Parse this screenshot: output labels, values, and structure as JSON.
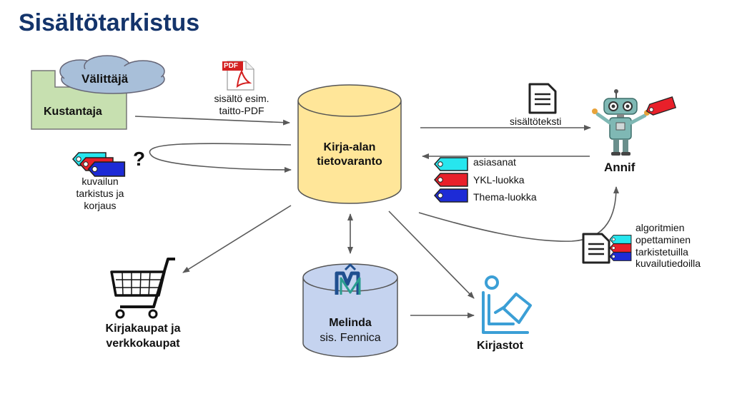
{
  "title": "Sisältötarkistus",
  "nodes": {
    "publisher": "Kustantaja",
    "distributor": "Välittäjä",
    "database_line1": "Kirja-alan",
    "database_line2": "tietovaranto",
    "melinda_title": "Melinda",
    "melinda_subtitle": "sis. Fennica",
    "annif": "Annif",
    "bookstores_line1": "Kirjakaupat ja",
    "bookstores_line2": "verkkokaupat",
    "libraries": "Kirjastot"
  },
  "labels": {
    "pdf_badge": "PDF",
    "content_line1": "sisältö esim.",
    "content_line2": "taitto-PDF",
    "content_text": "sisältöteksti",
    "question_mark": "?",
    "check_line1": "kuvailun",
    "check_line2": "tarkistus ja",
    "check_line3": "korjaus",
    "training_line1": "algoritmien",
    "training_line2": "opettaminen",
    "training_line3": "tarkistetuilla",
    "training_line4": "kuvailutiedoilla"
  },
  "tags": [
    {
      "label": "asiasanat",
      "color": "#27e6ee"
    },
    {
      "label": "YKL-luokka",
      "color": "#e8202a"
    },
    {
      "label": "Thema-luokka",
      "color": "#1d2bd6"
    }
  ],
  "colors": {
    "title": "#14346b",
    "publisher_fill": "#c7e0b0",
    "cloud_fill": "#a8bfd9",
    "database_fill": "#ffe699",
    "melinda_fill": "#c5d3ef",
    "library_icon": "#3b9fd6",
    "arrow": "#595959"
  },
  "icons": [
    "pdf-icon",
    "document-icon",
    "robot-icon",
    "shopping-cart-icon",
    "library-reader-icon",
    "melinda-logo",
    "tag-icon"
  ]
}
